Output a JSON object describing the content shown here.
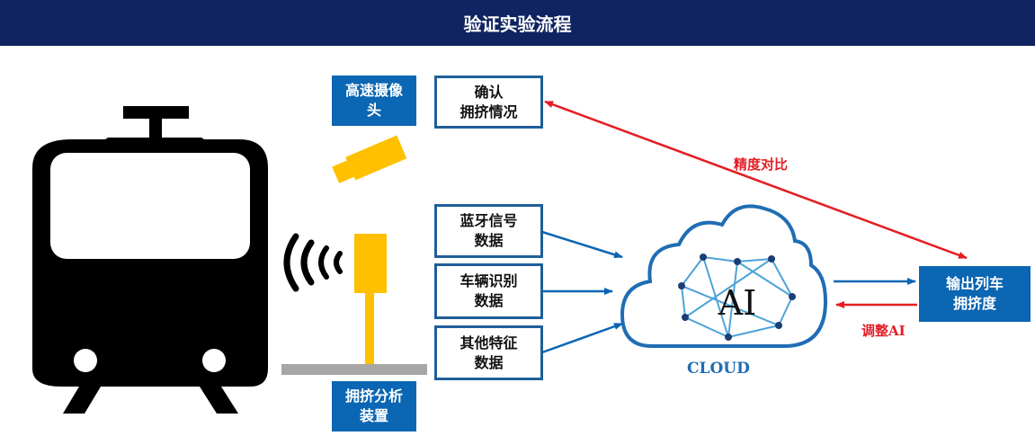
{
  "title": "验证实验流程",
  "camera_label": "高速摄像\n头",
  "confirm_label": "确认\n拥挤情况",
  "bluetooth_label": "蓝牙信号\n数据",
  "vehicle_label": "车辆识别\n数据",
  "other_label": "其他特征\n数据",
  "device_label": "拥挤分析\n装置",
  "output_label": "输出列车\n拥挤度",
  "cloud_text": "AI",
  "cloud_caption": "CLOUD",
  "accuracy_label": "精度对比",
  "adjust_label": "调整AI",
  "colors": {
    "header": "#0f2461",
    "blue": "#0b66b3",
    "red": "#e31e24",
    "yellow": "#ffc000"
  }
}
